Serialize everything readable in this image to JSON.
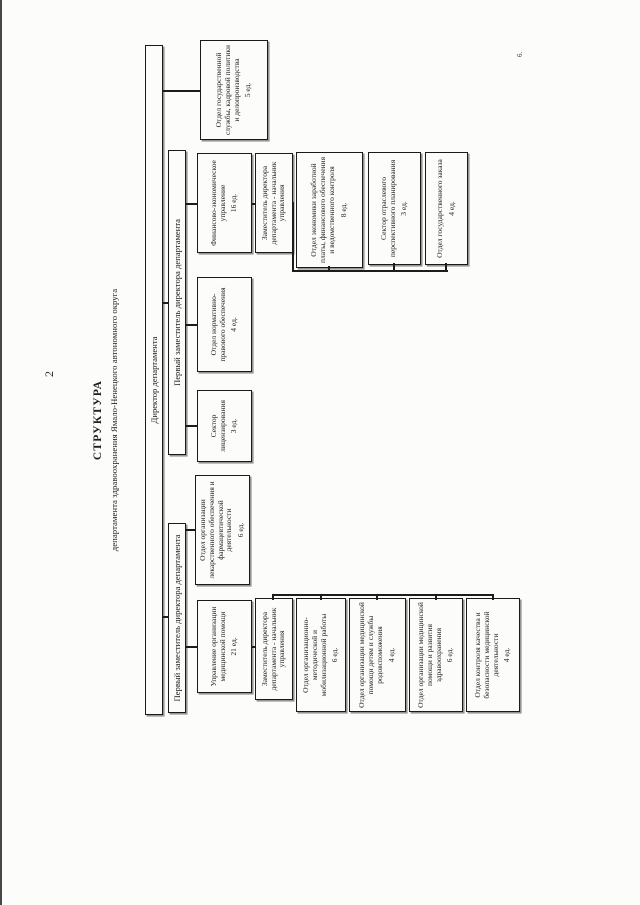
{
  "page": {
    "number": "2",
    "title": "СТРУКТУРА",
    "subtitle": "департамента здравоохранения Ямало-Ненецкого автономного округа",
    "side_mark": "6."
  },
  "bars": {
    "director": "Директор департамента",
    "first_deputy_a": "Первый заместитель директора департамента",
    "first_deputy_b": "Первый заместитель директора департамента"
  },
  "boxes": {
    "civil_service": {
      "label": "Отдел государственной службы, кадровой политики и делопроизводства",
      "count": "5 ед."
    },
    "fin_econ": {
      "label": "Финансово-экономическое управление",
      "count": "16 ед."
    },
    "fin_deputy": {
      "label": "Заместитель директора департамента - начальник управления",
      "count": ""
    },
    "wage_econ": {
      "label": "Отдел экономики заработной платы, финансового обеспечения и ведомственного контроля",
      "count": "8 ед."
    },
    "sector_planning": {
      "label": "Сектор отраслевого перспективного планирования",
      "count": "3 ед."
    },
    "state_order": {
      "label": "Отдел государственного заказа",
      "count": "4 ед."
    },
    "legal": {
      "label": "Отдел нормативно-правового обеспечения",
      "count": "4 ед."
    },
    "licensing": {
      "label": "Сектор лицензирования",
      "count": "3 ед."
    },
    "pharma": {
      "label": "Отдел организации лекарственного обеспечения и фармацевтической деятельности",
      "count": "6 ед."
    },
    "med_care": {
      "label": "Управление организации медицинской помощи",
      "count": "21 ед."
    },
    "med_deputy": {
      "label": "Заместитель директора департамента - начальник управления",
      "count": ""
    },
    "org_method": {
      "label": "Отдел организационно-методической и мобилизационной работы",
      "count": "6 ед."
    },
    "children_care": {
      "label": "Отдел организации медицинской помощи детям и службы родовспоможения",
      "count": "4 ед."
    },
    "care_develop": {
      "label": "Отдел организации медицинской помощи и развития здравоохранения",
      "count": "6 ед."
    },
    "quality_control": {
      "label": "Отдел контроля качества и безопасности медицинской деятельности",
      "count": "4 ед."
    }
  }
}
